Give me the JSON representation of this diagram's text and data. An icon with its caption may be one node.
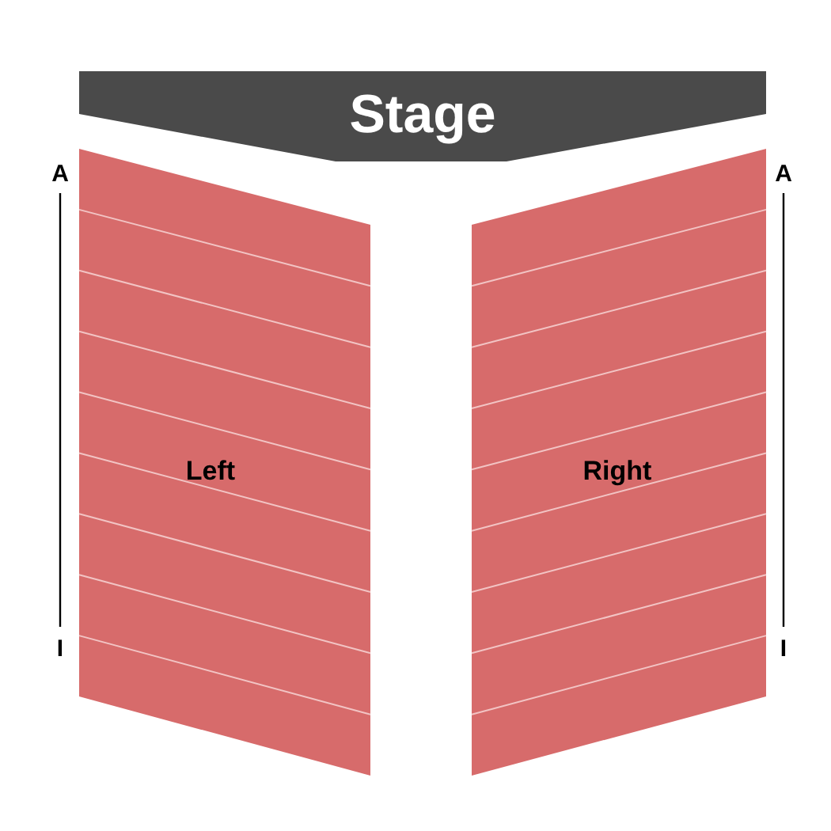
{
  "diagram": {
    "nodes": [
      {
        "text": [
          "Stage"
        ]
      },
      {
        "text": [
          "Left"
        ]
      },
      {
        "text": [
          "Right"
        ]
      }
    ],
    "labels": [
      "A",
      "I",
      "A",
      "I"
    ]
  }
}
